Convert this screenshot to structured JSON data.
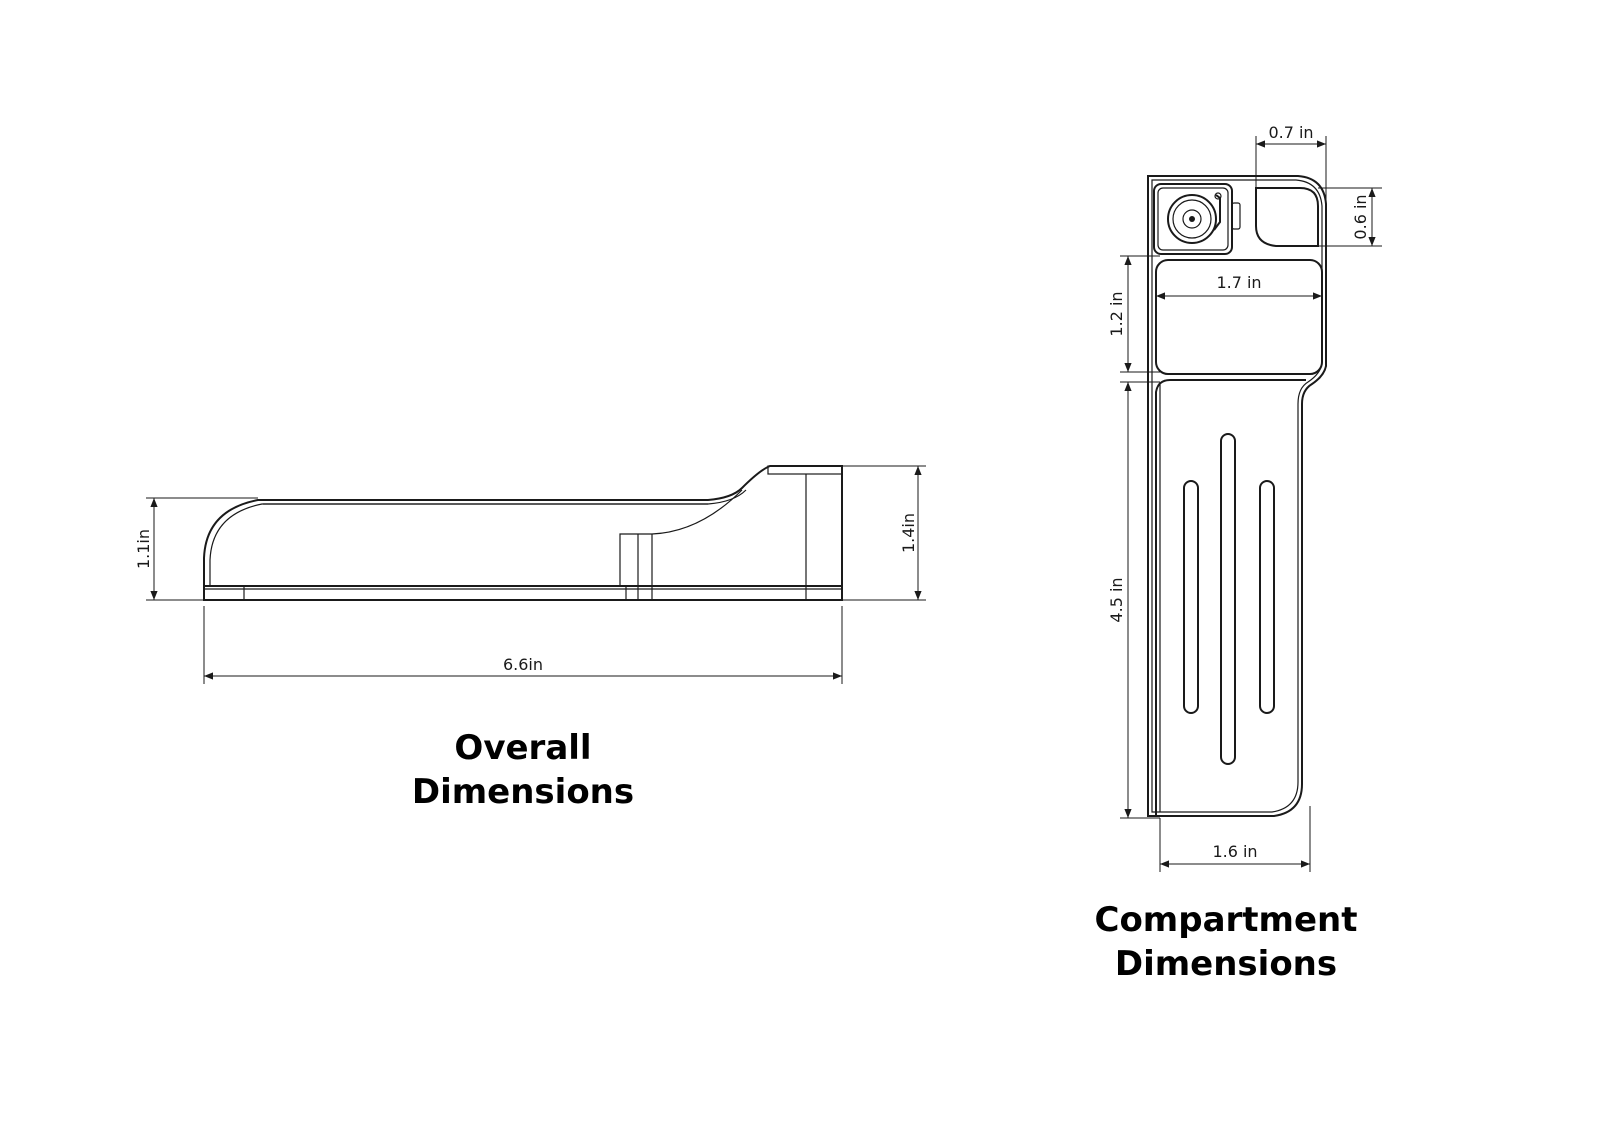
{
  "overall_view": {
    "title_line1": "Overall",
    "title_line2": "Dimensions",
    "dim_left_height": "1.1in",
    "dim_right_height": "1.4in",
    "dim_length": "6.6in"
  },
  "compartment_view": {
    "title_line1": "Compartment",
    "title_line2": "Dimensions",
    "dim_top_width": "0.7 in",
    "dim_top_height": "0.6 in",
    "dim_mid_width": "1.7 in",
    "dim_mid_height": "1.2 in",
    "dim_long_height": "4.5 in",
    "dim_bottom_width": "1.6 in",
    "logo_icon": "turntable-icon"
  }
}
